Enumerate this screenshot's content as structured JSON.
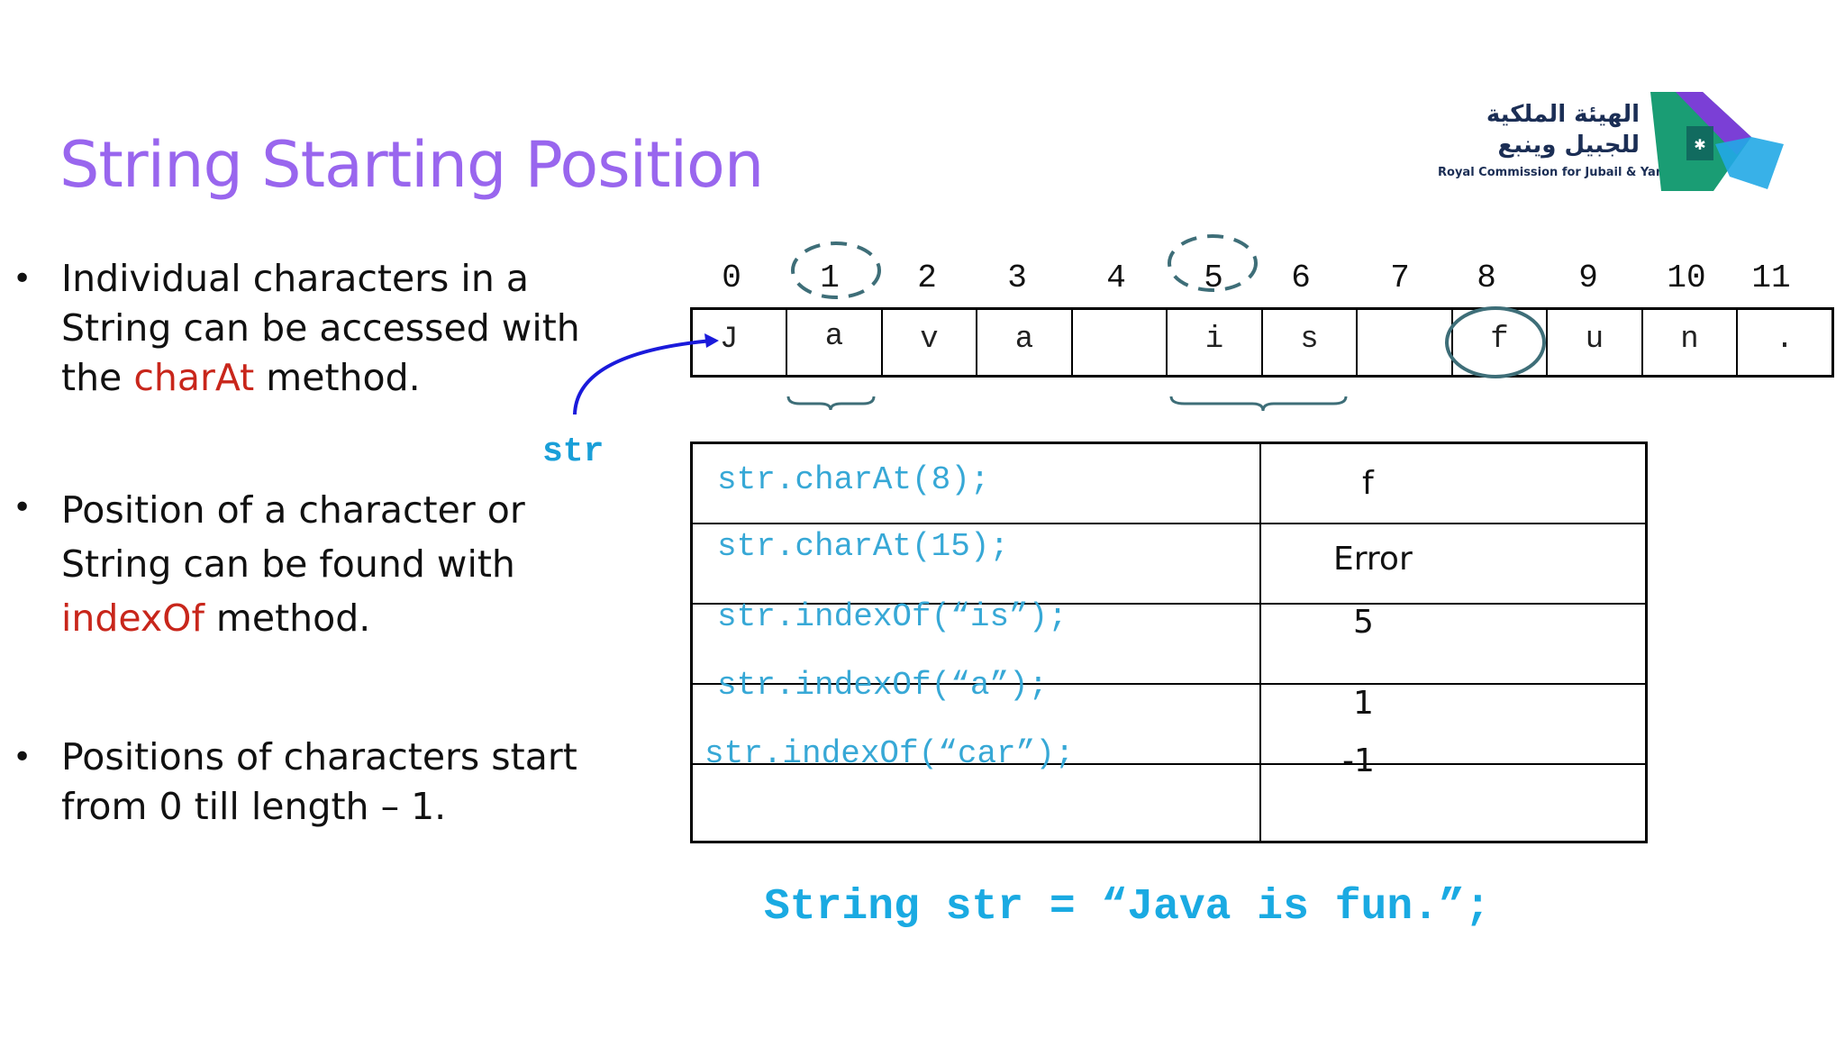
{
  "slide": {
    "title": "String Starting Position",
    "bullets": [
      {
        "pre": "Individual characters in a String can be accessed with the ",
        "highlight": "charAt",
        "post": " method."
      },
      {
        "pre": "Position of a character or String can be found with ",
        "highlight": "indexOf",
        "post": " method."
      },
      {
        "pre": "Positions of characters start from 0 till length – 1.",
        "highlight": "",
        "post": ""
      }
    ],
    "bullet_marker": "•"
  },
  "string_diagram": {
    "indices": [
      "0",
      "1",
      "2",
      "3",
      "4",
      "5",
      "6",
      "7",
      "8",
      "9",
      "10",
      "11"
    ],
    "chars": [
      "J",
      "a",
      "v",
      "a",
      "",
      "i",
      "s",
      "",
      "f",
      "u",
      "n",
      "."
    ],
    "pointer_label": "str"
  },
  "examples_table": {
    "rows": [
      {
        "call": "str.charAt(8);",
        "result": "f"
      },
      {
        "call": "str.charAt(15);",
        "result": "Error"
      },
      {
        "call": "str.indexOf(“is”);",
        "result": "5"
      },
      {
        "call": "str.indexOf(“a”);",
        "result": "1"
      },
      {
        "call": "str.indexOf(“car”);",
        "result": "-1"
      }
    ]
  },
  "declaration": "String str = “Java is fun.”;",
  "logo": {
    "arabic_line1": "الهيئة الملكية",
    "arabic_line2": "للجبيل وينبع",
    "english": "Royal Commission for Jubail & Yanbu"
  },
  "colors": {
    "title": "#9966ee",
    "highlight": "#c8261b",
    "code": "#37a8d6",
    "accent_circle": "#3e6e78",
    "arrow": "#1a1adb"
  }
}
